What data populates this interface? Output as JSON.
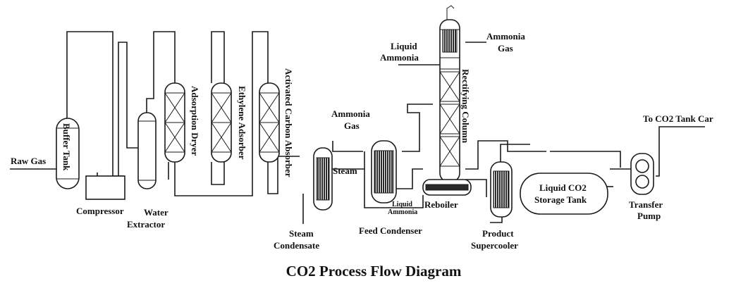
{
  "diagram": {
    "title": "CO2 Process Flow Diagram",
    "labels": {
      "raw_gas": "Raw Gas",
      "buffer_tank": "Buffer Tank",
      "compressor": "Compressor",
      "water_extractor_1": "Water",
      "water_extractor_2": "Extractor",
      "adsorption_dryer": "Adsorption Dryer",
      "ethylene_adsorber": "Ethylene Adsorber",
      "activated_carbon_absorber": "Activated Carbon Absorber",
      "steam_condensate_1": "Steam",
      "steam_condensate_2": "Condensate",
      "steam": "Steam",
      "ammonia_gas_left_1": "Ammonia",
      "ammonia_gas_left_2": "Gas",
      "feed_condenser": "Feed Condenser",
      "liquid_ammonia_small_1": "Liquid",
      "liquid_ammonia_small_2": "Ammonia",
      "reboiler": "Reboiler",
      "liquid_ammonia_top_1": "Liquid",
      "liquid_ammonia_top_2": "Ammonia",
      "ammonia_gas_top_1": "Ammonia",
      "ammonia_gas_top_2": "Gas",
      "rectifying_column": "Rectifying Column",
      "product_supercooler_1": "Product",
      "product_supercooler_2": "Supercooler",
      "storage_tank_1": "Liquid CO2",
      "storage_tank_2": "Storage  Tank",
      "transfer_pump_1": "Transfer",
      "transfer_pump_2": "Pump",
      "to_tank_car": "To CO2  Tank Car"
    }
  }
}
